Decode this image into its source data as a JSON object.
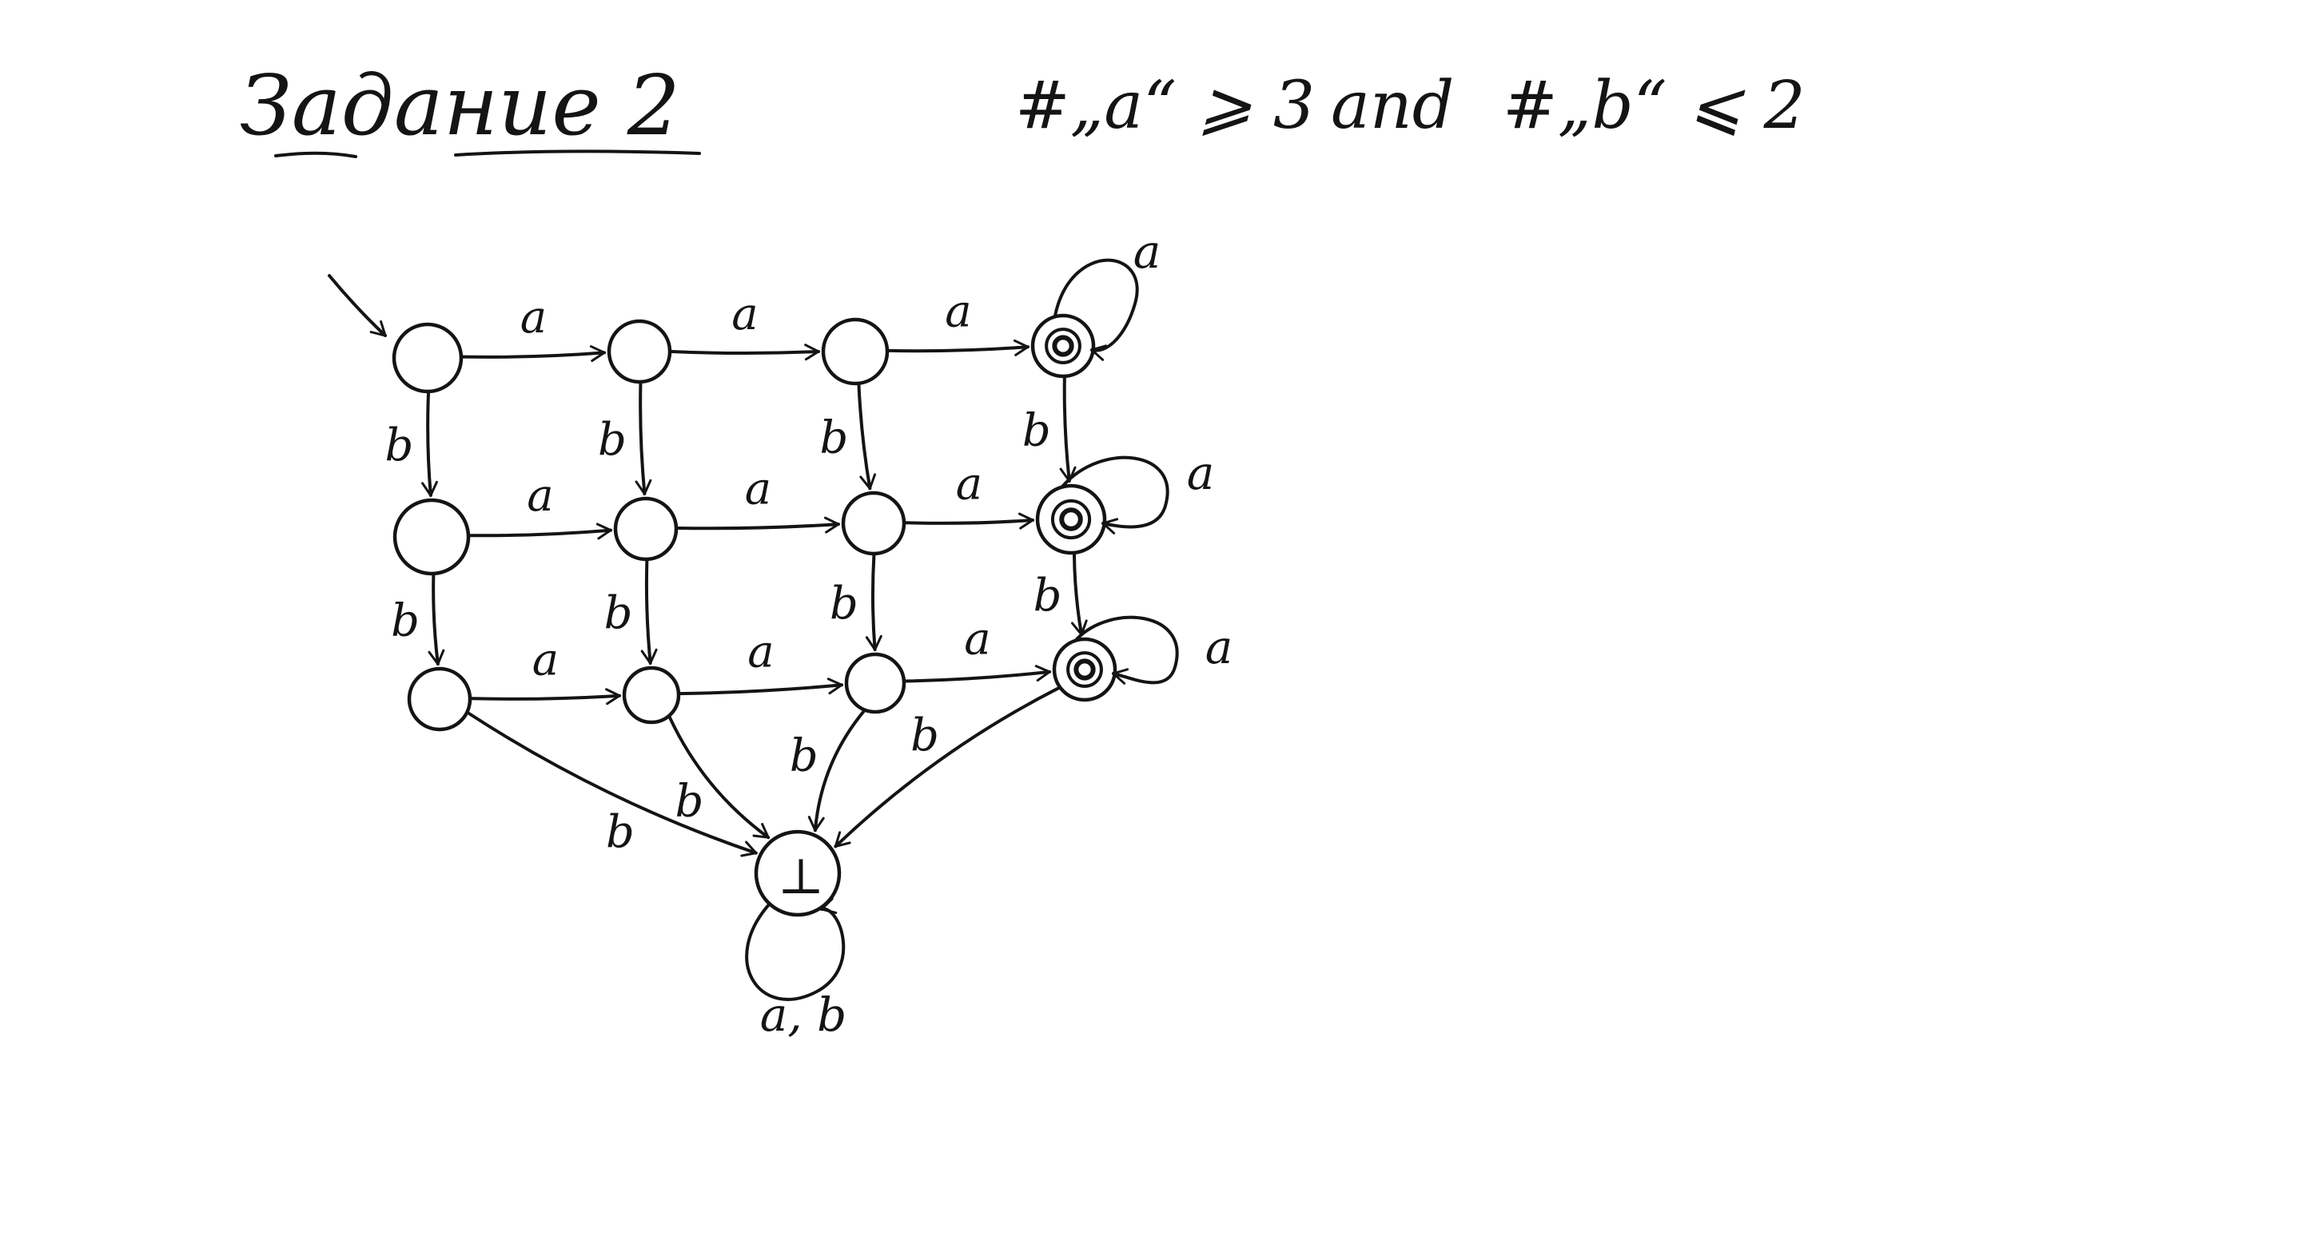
{
  "header": {
    "task_title": "Задание 2",
    "condition_left": "#„a“ ⩾ 3",
    "condition_joiner": "and",
    "condition_right": "#„b“ ⩽ 2"
  },
  "automaton": {
    "sink_label": "⊥",
    "states": [
      {
        "id": "q00",
        "accepting": false
      },
      {
        "id": "q01",
        "accepting": false
      },
      {
        "id": "q02",
        "accepting": false
      },
      {
        "id": "q03",
        "accepting": true
      },
      {
        "id": "q10",
        "accepting": false
      },
      {
        "id": "q11",
        "accepting": false
      },
      {
        "id": "q12",
        "accepting": false
      },
      {
        "id": "q13",
        "accepting": true
      },
      {
        "id": "q20",
        "accepting": false
      },
      {
        "id": "q21",
        "accepting": false
      },
      {
        "id": "q22",
        "accepting": false
      },
      {
        "id": "q23",
        "accepting": true
      },
      {
        "id": "sink",
        "accepting": false
      }
    ],
    "transitions": [
      {
        "from": "q00",
        "to": "q01",
        "label": "a"
      },
      {
        "from": "q01",
        "to": "q02",
        "label": "a"
      },
      {
        "from": "q02",
        "to": "q03",
        "label": "a"
      },
      {
        "from": "q03",
        "to": "q03",
        "label": "a"
      },
      {
        "from": "q10",
        "to": "q11",
        "label": "a"
      },
      {
        "from": "q11",
        "to": "q12",
        "label": "a"
      },
      {
        "from": "q12",
        "to": "q13",
        "label": "a"
      },
      {
        "from": "q13",
        "to": "q13",
        "label": "a"
      },
      {
        "from": "q20",
        "to": "q21",
        "label": "a"
      },
      {
        "from": "q21",
        "to": "q22",
        "label": "a"
      },
      {
        "from": "q22",
        "to": "q23",
        "label": "a"
      },
      {
        "from": "q23",
        "to": "q23",
        "label": "a"
      },
      {
        "from": "q00",
        "to": "q10",
        "label": "b"
      },
      {
        "from": "q01",
        "to": "q11",
        "label": "b"
      },
      {
        "from": "q02",
        "to": "q12",
        "label": "b"
      },
      {
        "from": "q03",
        "to": "q13",
        "label": "b"
      },
      {
        "from": "q10",
        "to": "q20",
        "label": "b"
      },
      {
        "from": "q11",
        "to": "q21",
        "label": "b"
      },
      {
        "from": "q12",
        "to": "q22",
        "label": "b"
      },
      {
        "from": "q13",
        "to": "q23",
        "label": "b"
      },
      {
        "from": "q20",
        "to": "sink",
        "label": "b"
      },
      {
        "from": "q21",
        "to": "sink",
        "label": "b"
      },
      {
        "from": "q22",
        "to": "sink",
        "label": "b"
      },
      {
        "from": "q23",
        "to": "sink",
        "label": "b"
      },
      {
        "from": "sink",
        "to": "sink",
        "label": "a, b"
      }
    ]
  }
}
